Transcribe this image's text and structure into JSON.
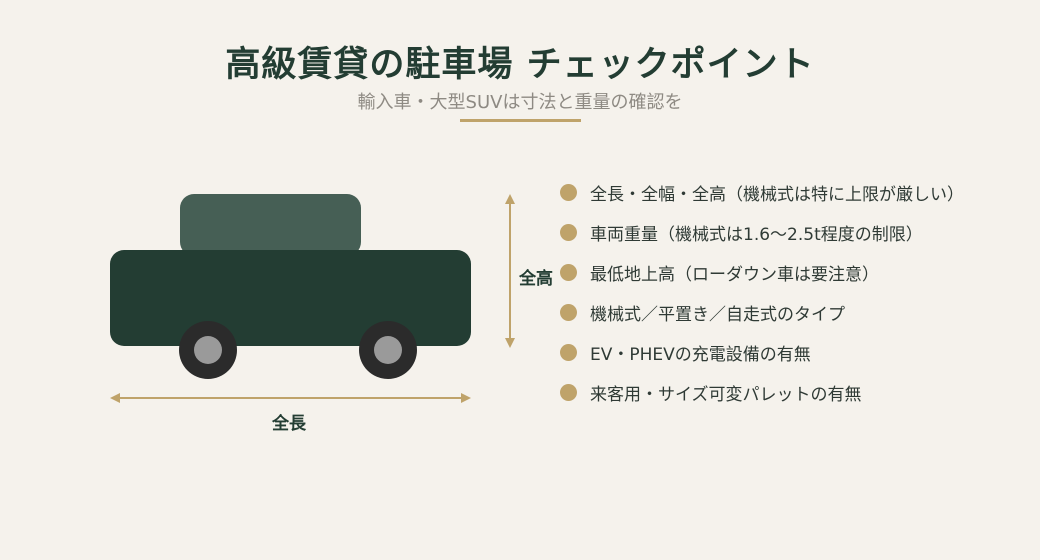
{
  "header": {
    "title": "高級賃貸の駐車場 チェックポイント",
    "subtitle": "輸入車・大型SUVは寸法と重量の確認を"
  },
  "diagram": {
    "height_label": "全高",
    "length_label": "全長"
  },
  "features": [
    "全長・全幅・全高（機械式は特に上限が厳しい）",
    "車両重量（機械式は1.6〜2.5t程度の制限）",
    "最低地上高（ローダウン車は要注意）",
    "機械式／平置き／自走式のタイプ",
    "EV・PHEVの充電設備の有無",
    "来客用・サイズ可変パレットの有無"
  ],
  "colors": {
    "background": "#f5f2ec",
    "car_body": "#233d33",
    "car_cabin": "#465f55",
    "accent_gold": "#bfa36a",
    "wheel": "#2b2b2b",
    "hub": "#9a9a9a"
  }
}
